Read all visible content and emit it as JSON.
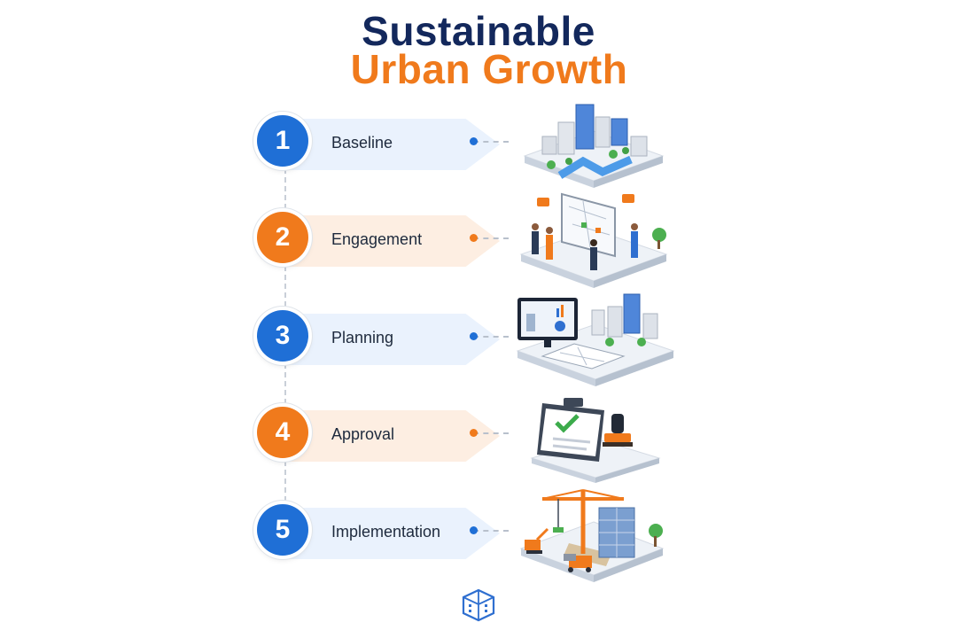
{
  "title": {
    "line1": "Sustainable",
    "line2": "Urban Growth"
  },
  "steps": [
    {
      "number": "1",
      "label": "Baseline",
      "color": "#1f6fd6",
      "icon": "city-blocks-icon"
    },
    {
      "number": "2",
      "label": "Engagement",
      "color": "#f07a1c",
      "icon": "community-meeting-icon"
    },
    {
      "number": "3",
      "label": "Planning",
      "color": "#1f6fd6",
      "icon": "planning-monitor-icon"
    },
    {
      "number": "4",
      "label": "Approval",
      "color": "#f07a1c",
      "icon": "clipboard-stamp-icon"
    },
    {
      "number": "5",
      "label": "Implementation",
      "color": "#1f6fd6",
      "icon": "construction-crane-icon"
    }
  ],
  "colors": {
    "navy": "#13285c",
    "blue": "#1f6fd6",
    "orange": "#f07a1c"
  },
  "footer": {
    "icon": "building-logo-icon"
  }
}
